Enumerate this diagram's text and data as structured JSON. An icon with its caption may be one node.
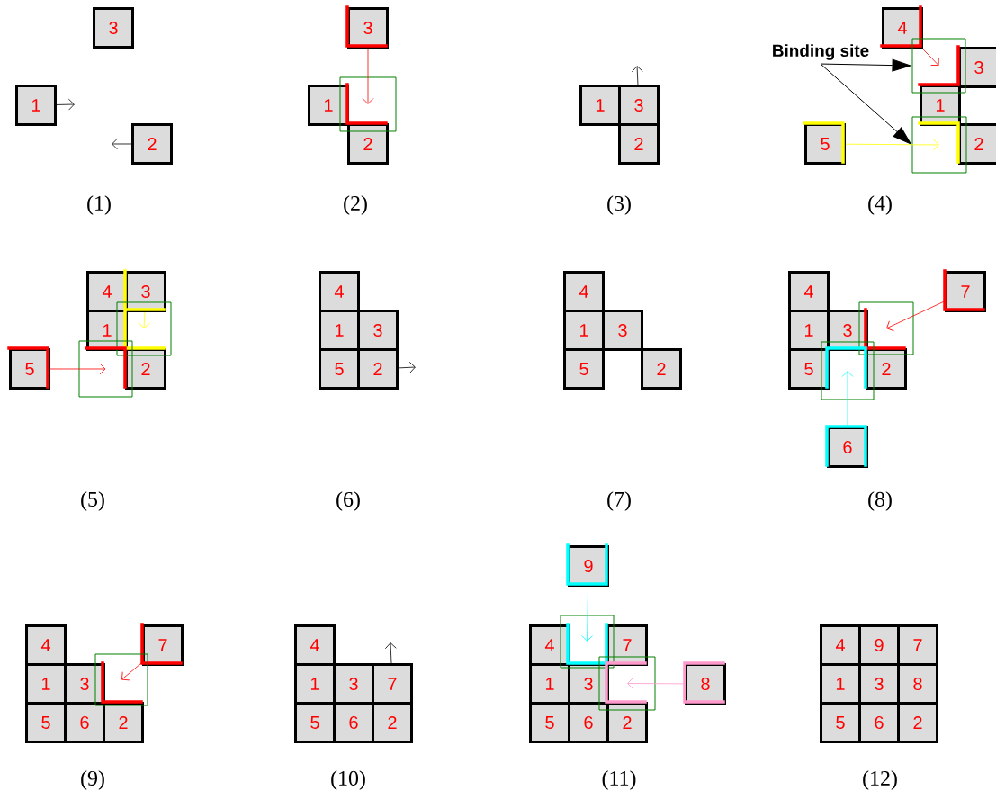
{
  "diagram": {
    "nodes": [
      {
        "text": [
          "3"
        ]
      },
      {
        "text": [
          "1"
        ]
      },
      {
        "text": [
          "2"
        ]
      },
      {
        "text": [
          "3"
        ]
      },
      {
        "text": [
          "1"
        ]
      },
      {
        "text": [],
        "shape": "box"
      },
      {
        "text": [
          "2"
        ]
      },
      {
        "text": [
          "1"
        ]
      },
      {
        "text": [
          "3"
        ]
      },
      {
        "text": [
          "2"
        ]
      },
      {
        "text": [
          "4"
        ]
      },
      {
        "text": [
          "Binding site"
        ]
      },
      {
        "text": [],
        "shape": "box"
      },
      {
        "text": [
          "3"
        ]
      },
      {
        "text": [
          "1"
        ]
      },
      {
        "text": [],
        "shape": "box"
      },
      {
        "text": [
          "5"
        ]
      },
      {
        "text": [
          "2"
        ]
      },
      {
        "text": [
          "4"
        ]
      },
      {
        "text": [
          "3"
        ]
      },
      {
        "text": [],
        "shape": "box"
      },
      {
        "text": [
          "1"
        ]
      },
      {
        "text": [],
        "shape": "box"
      },
      {
        "text": [
          "5"
        ]
      },
      {
        "text": [
          "2"
        ]
      },
      {
        "text": [
          "4"
        ]
      },
      {
        "text": [
          "1"
        ]
      },
      {
        "text": [
          "3"
        ]
      },
      {
        "text": [
          "5"
        ]
      },
      {
        "text": [
          "2"
        ]
      },
      {
        "text": [
          "4"
        ]
      },
      {
        "text": [
          "1"
        ]
      },
      {
        "text": [
          "3"
        ]
      },
      {
        "text": [
          "5"
        ]
      },
      {
        "text": [
          "2"
        ]
      },
      {
        "text": [
          "4"
        ]
      },
      {
        "text": [
          "7"
        ]
      },
      {
        "text": [
          "1"
        ]
      },
      {
        "text": [
          "3"
        ]
      },
      {
        "text": [],
        "shape": "box"
      },
      {
        "text": [
          "5"
        ]
      },
      {
        "text": [],
        "shape": "box"
      },
      {
        "text": [
          "2"
        ]
      },
      {
        "text": [
          "6"
        ]
      },
      {
        "text": [
          "4"
        ]
      },
      {
        "text": [
          "7"
        ]
      },
      {
        "text": [
          "1"
        ]
      },
      {
        "text": [
          "3"
        ]
      },
      {
        "text": [],
        "shape": "box"
      },
      {
        "text": [
          "5"
        ]
      },
      {
        "text": [
          "6"
        ]
      },
      {
        "text": [
          "2"
        ]
      },
      {
        "text": [
          "4"
        ]
      },
      {
        "text": [
          "1"
        ]
      },
      {
        "text": [
          "3"
        ]
      },
      {
        "text": [
          "7"
        ]
      },
      {
        "text": [
          "5"
        ]
      },
      {
        "text": [
          "6"
        ]
      },
      {
        "text": [
          "2"
        ]
      },
      {
        "text": [
          "9"
        ]
      },
      {
        "text": [
          "4"
        ]
      },
      {
        "text": [],
        "shape": "box"
      },
      {
        "text": [
          "7"
        ]
      },
      {
        "text": [
          "1"
        ]
      },
      {
        "text": [
          "3"
        ]
      },
      {
        "text": [],
        "shape": "box"
      },
      {
        "text": [
          "8"
        ]
      },
      {
        "text": [
          "5"
        ]
      },
      {
        "text": [
          "6"
        ]
      },
      {
        "text": [
          "2"
        ]
      },
      {
        "text": [
          "4"
        ]
      },
      {
        "text": [
          "9"
        ]
      },
      {
        "text": [
          "7"
        ]
      },
      {
        "text": [
          "1"
        ]
      },
      {
        "text": [
          "3"
        ]
      },
      {
        "text": [
          "8"
        ]
      },
      {
        "text": [
          "5"
        ]
      },
      {
        "text": [
          "6"
        ]
      },
      {
        "text": [
          "2"
        ]
      }
    ],
    "edges": [
      {
        "from": 1,
        "to": null,
        "arrow": "to"
      },
      {
        "from": 2,
        "to": null,
        "arrow": "to"
      },
      {
        "from": 3,
        "to": 5,
        "arrow": "to",
        "color": "#ff0000"
      },
      {
        "from": 8,
        "to": null,
        "arrow": "to"
      },
      {
        "from": 10,
        "to": 12,
        "arrow": "to",
        "color": "#ff0000"
      },
      {
        "from": 11,
        "to": 12,
        "arrow": "to"
      },
      {
        "from": 11,
        "to": 15,
        "arrow": "to"
      },
      {
        "from": 16,
        "to": 15,
        "arrow": "to",
        "color": "#ffff00"
      },
      {
        "from": 19,
        "to": 20,
        "arrow": "to",
        "color": "#ffff00"
      },
      {
        "from": 23,
        "to": 22,
        "arrow": "to",
        "color": "#ff0000"
      },
      {
        "from": 29,
        "to": null,
        "arrow": "to"
      },
      {
        "from": 36,
        "to": 39,
        "arrow": "to",
        "color": "#ff0000"
      },
      {
        "from": 43,
        "to": 41,
        "arrow": "to",
        "color": "#00ffff"
      },
      {
        "from": 45,
        "to": 48,
        "arrow": "to",
        "color": "#ff0000"
      },
      {
        "from": 55,
        "to": null,
        "arrow": "to"
      },
      {
        "from": 59,
        "to": 61,
        "arrow": "to",
        "color": "#00ffff"
      },
      {
        "from": 66,
        "to": 65,
        "arrow": "to",
        "color": "#ff99cc"
      }
    ],
    "labels": [
      "(1)",
      "(2)",
      "(3)",
      "(4)",
      "(5)",
      "(6)",
      "(7)",
      "(8)",
      "(9)",
      "(10)",
      "(11)",
      "(12)"
    ]
  }
}
